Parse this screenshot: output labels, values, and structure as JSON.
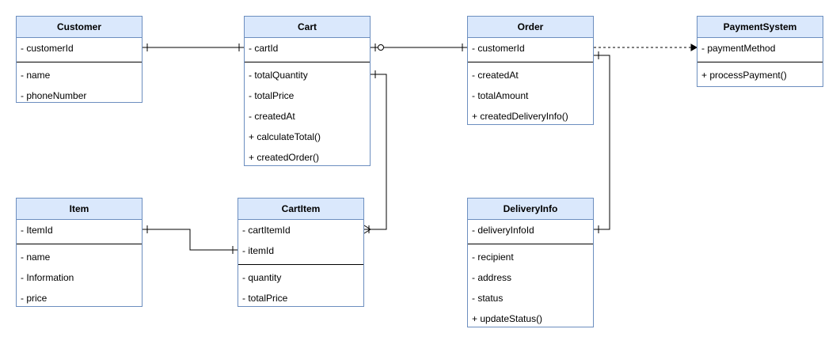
{
  "classes": {
    "customer": {
      "name": "Customer",
      "fields": [
        "- customerId"
      ],
      "attrs": [
        "- name",
        "- phoneNumber"
      ]
    },
    "cart": {
      "name": "Cart",
      "fields": [
        "- cartId"
      ],
      "attrs": [
        "- totalQuantity",
        "- totalPrice",
        "- createdAt",
        "+ calculateTotal()",
        "+ createdOrder()"
      ]
    },
    "order": {
      "name": "Order",
      "fields": [
        "- customerId"
      ],
      "attrs": [
        "- createdAt",
        "- totalAmount",
        "+ createdDeliveryInfo()"
      ]
    },
    "payment": {
      "name": "PaymentSystem",
      "fields": [
        "- paymentMethod"
      ],
      "attrs": [
        "+ processPayment()"
      ]
    },
    "item": {
      "name": "Item",
      "fields": [
        "- ItemId"
      ],
      "attrs": [
        "- name",
        "- Information",
        "- price"
      ]
    },
    "cartitem": {
      "name": "CartItem",
      "fields": [
        "- cartItemId",
        "- itemId"
      ],
      "attrs": [
        "- quantity",
        "- totalPrice"
      ]
    },
    "delivery": {
      "name": "DeliveryInfo",
      "fields": [
        "- deliveryInfoId"
      ],
      "attrs": [
        "- recipient",
        "- address",
        "- status",
        "+ updateStatus()"
      ]
    }
  },
  "colors": {
    "header_fill": "#dae8fc",
    "border": "#6c8ebf",
    "line": "#000000"
  }
}
